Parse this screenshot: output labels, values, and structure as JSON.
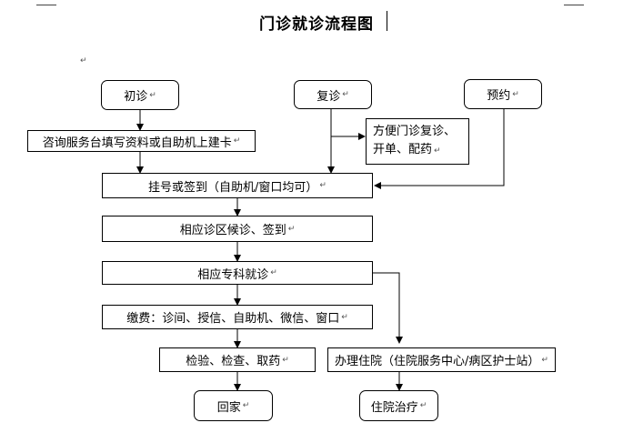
{
  "document": {
    "title": "门诊就诊流程图",
    "paragraph_mark": "↵"
  },
  "nodes": {
    "first_visit": "初诊",
    "follow_up": "复诊",
    "appointment": "预约",
    "consult_desk": "咨询服务台填写资料或自助机上建卡",
    "convenience_line1": "方便门诊复诊、",
    "convenience_line2": "开单、配药",
    "register": "挂号或签到（自助机/窗口均可）",
    "wait_area": "相应诊区候诊、签到",
    "specialist": "相应专科就诊",
    "payment": "缴费：诊间、授信、自助机、微信、窗口",
    "tests": "检验、检查、取药",
    "go_home": "回家",
    "admission": "办理住院（住院服务中心/病区护士站）",
    "inpatient": "住院治疗"
  }
}
